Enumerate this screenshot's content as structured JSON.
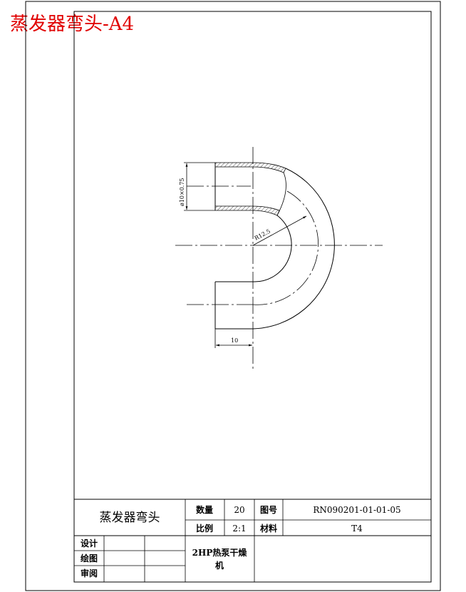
{
  "sheet_title": "蒸发器弯头-A4",
  "dimensions": {
    "diameter": "ø10×0.75",
    "radius": "R12.5",
    "length": "10"
  },
  "title_block": {
    "part_name": "蒸发器弯头",
    "quantity_label": "数量",
    "quantity_value": "20",
    "drawing_no_label": "图号",
    "drawing_no_value": "RN090201-01-01-05",
    "scale_label": "比例",
    "scale_value": "2:1",
    "material_label": "材料",
    "material_value": "T4",
    "design_label": "设计",
    "draft_label": "绘图",
    "review_label": "审阅",
    "product_line1": "2HP热泵干燥",
    "product_line2": "机"
  }
}
